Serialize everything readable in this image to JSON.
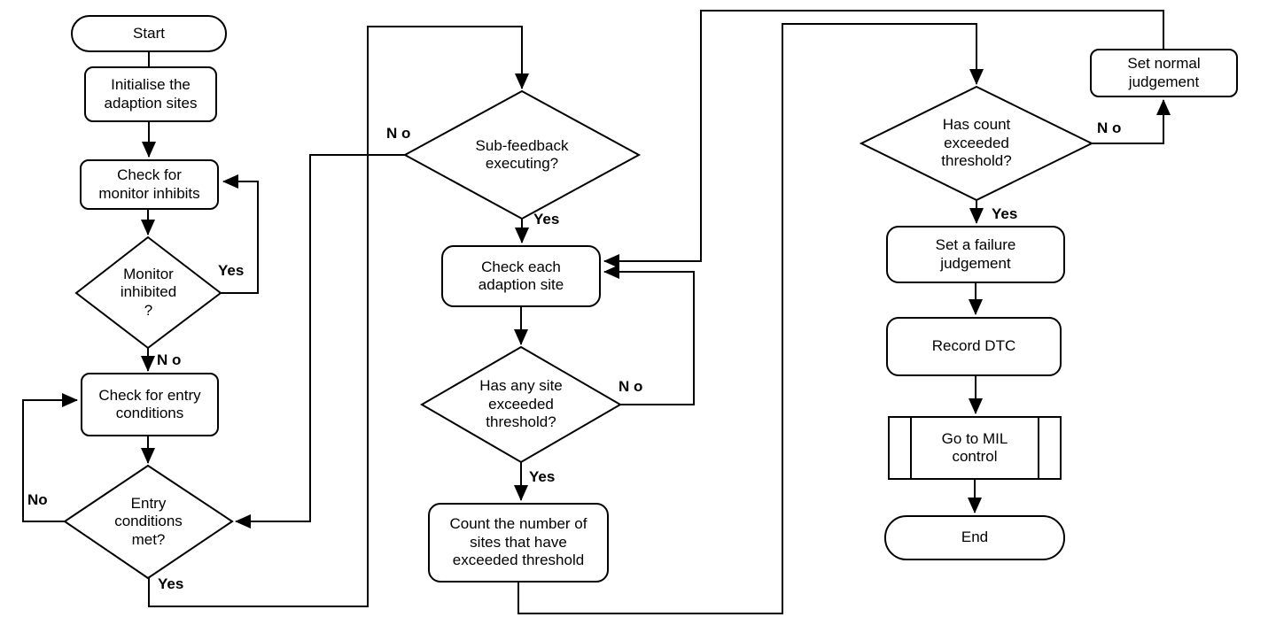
{
  "diagram": {
    "type": "flowchart",
    "background": "#ffffff",
    "stroke_color": "#000000",
    "fill_color": "#ffffff",
    "nodes": {
      "start": {
        "shape": "terminator",
        "label": "Start"
      },
      "initialise": {
        "shape": "process",
        "label": "Initialise the\nadaption sites"
      },
      "check_monitor": {
        "shape": "process",
        "label": "Check for\nmonitor inhibits"
      },
      "monitor_inhibited": {
        "shape": "decision",
        "label": "Monitor\ninhibited\n?"
      },
      "check_entry": {
        "shape": "process",
        "label": "Check for entry\nconditions"
      },
      "entry_met": {
        "shape": "decision",
        "label": "Entry\nconditions\nmet?"
      },
      "sub_feedback": {
        "shape": "decision",
        "label": "Sub-feedback\nexecuting?"
      },
      "check_each": {
        "shape": "process",
        "label": "Check each\nadaption site"
      },
      "any_exceeded": {
        "shape": "decision",
        "label": "Has any site\nexceeded\nthreshold?"
      },
      "count_sites": {
        "shape": "process",
        "label": "Count the number of\nsites that have\nexceeded threshold"
      },
      "count_exceeded": {
        "shape": "decision",
        "label": "Has count\nexceeded\nthreshold?"
      },
      "set_normal": {
        "shape": "process",
        "label": "Set normal\njudgement"
      },
      "set_failure": {
        "shape": "process",
        "label": "Set a failure\njudgement"
      },
      "record_dtc": {
        "shape": "process",
        "label": "Record DTC"
      },
      "mil_control": {
        "shape": "predefined-process",
        "label": "Go to MIL\ncontrol"
      },
      "end": {
        "shape": "terminator",
        "label": "End"
      }
    },
    "edge_labels": {
      "monitor_yes": "Yes",
      "monitor_no": "N o",
      "entry_no": "No",
      "entry_yes": "Yes",
      "sub_no": "N o",
      "sub_yes": "Yes",
      "any_no": "N o",
      "any_yes": "Yes",
      "count_no": "N o",
      "count_yes": "Yes"
    },
    "edges": [
      {
        "from": "start",
        "to": "initialise",
        "label": ""
      },
      {
        "from": "initialise",
        "to": "check_monitor",
        "label": ""
      },
      {
        "from": "check_monitor",
        "to": "monitor_inhibited",
        "label": ""
      },
      {
        "from": "monitor_inhibited",
        "to": "check_monitor",
        "label": "Yes"
      },
      {
        "from": "monitor_inhibited",
        "to": "check_entry",
        "label": "N o"
      },
      {
        "from": "check_entry",
        "to": "entry_met",
        "label": ""
      },
      {
        "from": "entry_met",
        "to": "check_entry",
        "label": "No"
      },
      {
        "from": "entry_met",
        "to": "sub_feedback",
        "label": "Yes"
      },
      {
        "from": "sub_feedback",
        "to": "entry_met",
        "label": "N o"
      },
      {
        "from": "sub_feedback",
        "to": "check_each",
        "label": "Yes"
      },
      {
        "from": "check_each",
        "to": "any_exceeded",
        "label": ""
      },
      {
        "from": "any_exceeded",
        "to": "check_each",
        "label": "N o"
      },
      {
        "from": "any_exceeded",
        "to": "count_sites",
        "label": "Yes"
      },
      {
        "from": "count_sites",
        "to": "count_exceeded",
        "label": ""
      },
      {
        "from": "count_exceeded",
        "to": "set_normal",
        "label": "N o"
      },
      {
        "from": "set_normal",
        "to": "check_each",
        "label": ""
      },
      {
        "from": "count_exceeded",
        "to": "set_failure",
        "label": "Yes"
      },
      {
        "from": "set_failure",
        "to": "record_dtc",
        "label": ""
      },
      {
        "from": "record_dtc",
        "to": "mil_control",
        "label": ""
      },
      {
        "from": "mil_control",
        "to": "end",
        "label": ""
      }
    ]
  }
}
